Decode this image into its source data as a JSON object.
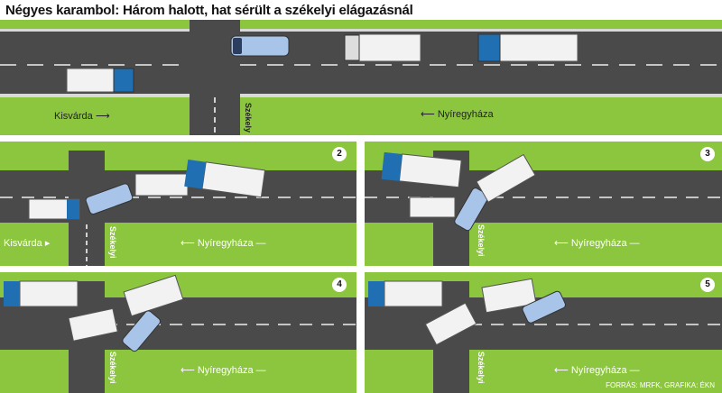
{
  "title": "Négyes karambol: Három halott, hat sérült a székelyi elágazásnál",
  "labels": {
    "kisvarda": "Kisvárda",
    "nyiregyhaza": "Nyíregyháza",
    "szekely": "Székelyi",
    "szekely_top": "Székely"
  },
  "panels": [
    {
      "number": ""
    },
    {
      "number": "2"
    },
    {
      "number": "3"
    },
    {
      "number": "4"
    },
    {
      "number": "5"
    }
  ],
  "source": "FORRÁS: MRFK, GRAFIKA: ÉKN",
  "colors": {
    "grass": "#8cc63f",
    "road": "#4a4a4a",
    "road_dark": "#3a3a3a",
    "truck_cab": "#1f6fb2",
    "van": "#a8c4e8",
    "trailer": "#f2f2f2"
  }
}
